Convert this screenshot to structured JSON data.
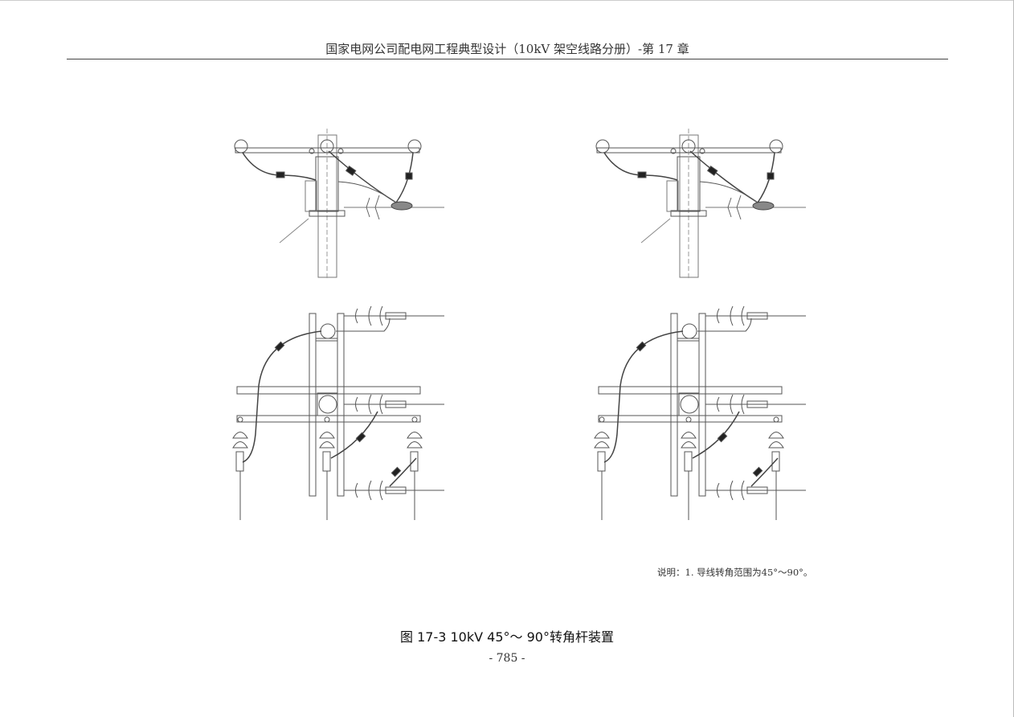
{
  "header": {
    "title": "国家电网公司配电网工程典型设计（10kV 架空线路分册）-第 17 章"
  },
  "note": {
    "text": "说明：1. 导线转角范围为45°～90°。"
  },
  "figure": {
    "caption": "图 17-3   10kV  45°～ 90°转角杆装置"
  },
  "page": {
    "number": "- 785 -"
  }
}
